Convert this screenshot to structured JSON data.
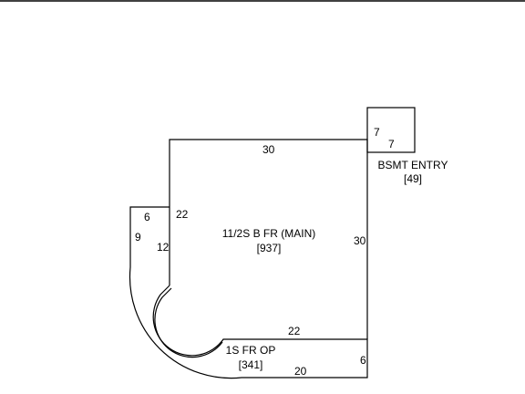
{
  "sketch": {
    "main": {
      "label": "11/2S B FR (MAIN)",
      "area": "[937]"
    },
    "entry": {
      "label": "BSMT ENTRY",
      "area": "[49]"
    },
    "porch": {
      "label": "1S FR OP",
      "area": "[341]"
    },
    "dimensions": {
      "main_top": "30",
      "main_right": "30",
      "main_left_upper": "22",
      "porch_top": "22",
      "porch_bottom": "20",
      "porch_right": "6",
      "entry_side": "7",
      "entry_bottom": "7",
      "notch_top": "6",
      "notch_left": "9",
      "notch_right": "12"
    }
  }
}
